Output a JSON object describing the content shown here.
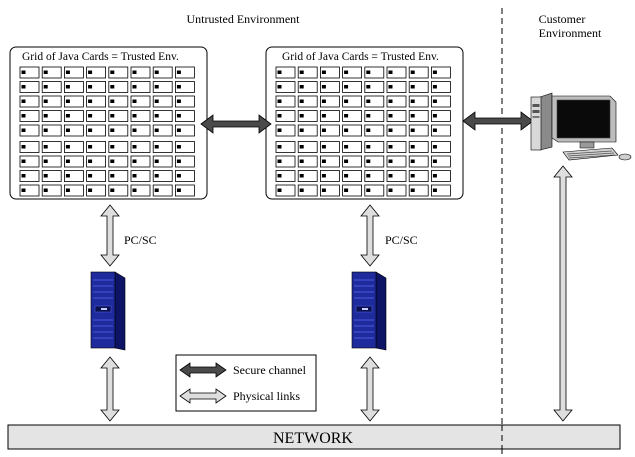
{
  "labels": {
    "untrusted_env": "Untrusted Environment",
    "customer_env_line1": "Customer",
    "customer_env_line2": "Environment",
    "grid_left_title": "Grid of Java Cards = Trusted Env.",
    "grid_right_title": "Grid of Java Cards = Trusted Env.",
    "pcsc_left": "PC/SC",
    "pcsc_right": "PC/SC",
    "network": "NETWORK"
  },
  "legend": {
    "secure_channel": "Secure channel",
    "physical_links": "Physical links"
  },
  "grid": {
    "rows": 9,
    "cols": 8
  },
  "icons": {
    "server": "server-tower-icon",
    "workstation": "desktop-computer-icon",
    "card": "java-card-icon"
  },
  "colors": {
    "secure_arrow": "#4a4a4a",
    "physical_arrow": "#dedede",
    "network_bar": "#e4e4e4",
    "server_body": "#1f2a9c",
    "server_highlight": "#4a5ae0"
  }
}
